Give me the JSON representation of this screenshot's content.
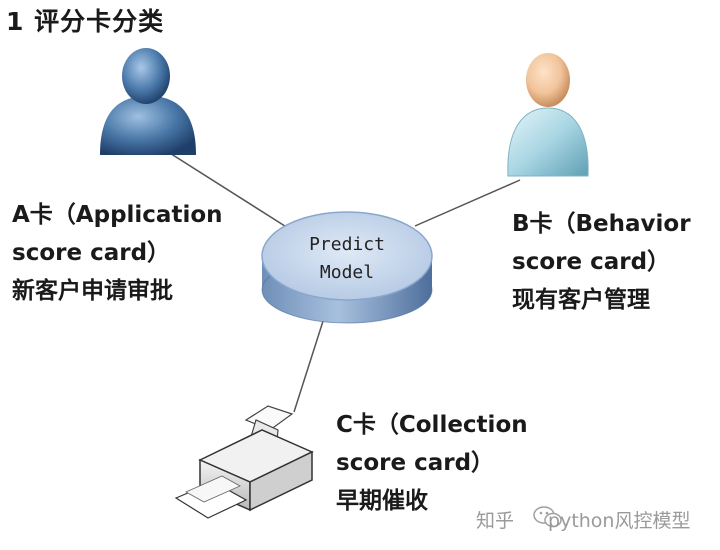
{
  "title": "1 评分卡分类",
  "center_node": {
    "line1": "Predict",
    "line2": "Model"
  },
  "nodes": {
    "a": {
      "line1": "A卡（Application",
      "line2": "score card）",
      "line3": "新客户申请审批"
    },
    "b": {
      "line1": "B卡（Behavior",
      "line2": "score card）",
      "line3": "现有客户管理"
    },
    "c": {
      "line1": "C卡（Collection",
      "line2": "score card）",
      "line3": "早期催收"
    }
  },
  "watermark": {
    "left": "知乎",
    "right": "python风控模型"
  },
  "colors": {
    "person_a": "#4a78a8",
    "person_b_head": "#f2c49b",
    "person_b_body": "#a9d6e3",
    "cylinder": "#b9cde6",
    "connector": "#555555"
  }
}
